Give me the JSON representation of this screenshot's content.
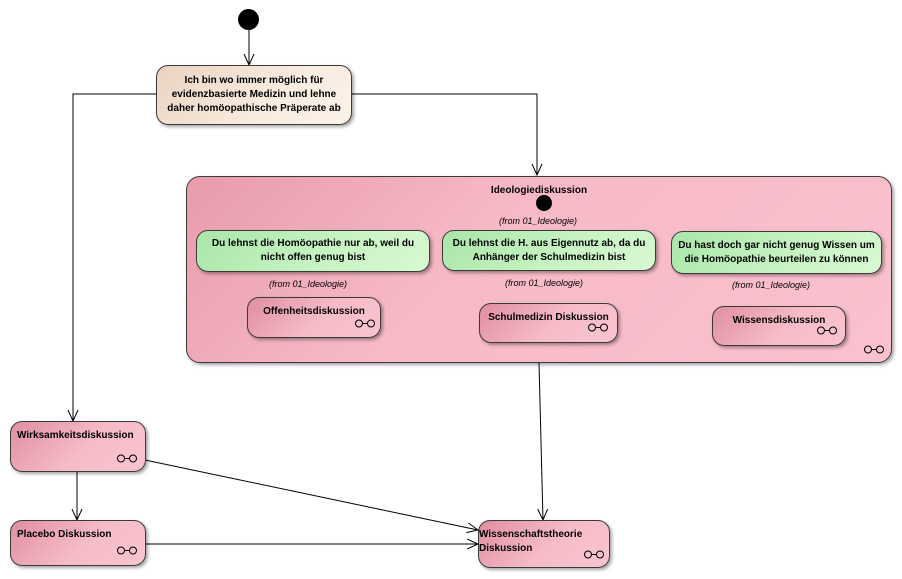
{
  "diagram": {
    "entry_action": {
      "line1": "Ich bin wo immer möglich für",
      "line2": "evidenzbasierte Medizin und lehne",
      "line3": "daher homöopathische Präperate ab"
    },
    "ideology_container": {
      "title": "Ideologiediskussion",
      "from_label_top": "(from 01_Ideologie)",
      "actions": [
        {
          "line1": "Du lehnst die Homöopathie nur ab, weil du",
          "line2": "nicht offen genug bist"
        },
        {
          "line1": "Du lehnst die H. aus Eigennutz ab, da du",
          "line2": "Anhänger der Schulmedizin bist"
        },
        {
          "line1": "Du hast doch gar nicht genug Wissen um",
          "line2": "die Homöopathie beurteilen zu können"
        }
      ],
      "from_labels": [
        "(from 01_Ideologie)",
        "(from 01_Ideologie)",
        "(from 01_Ideologie)"
      ],
      "subactivities": [
        "Offenheitsdiskussion",
        "Schulmedizin Diskussion",
        "Wissensdiskussion"
      ]
    },
    "wirksamkeit": "Wirksamkeitsdiskussion",
    "placebo": "Placebo Diskussion",
    "wissenschaft": {
      "line1": "Wissenschaftstheorie",
      "line2": "Diskussion"
    }
  },
  "colors": {
    "pink": "#f6bcc8",
    "green": "#c9f4c4",
    "beige": "#f8ece0",
    "line": "#000000"
  }
}
